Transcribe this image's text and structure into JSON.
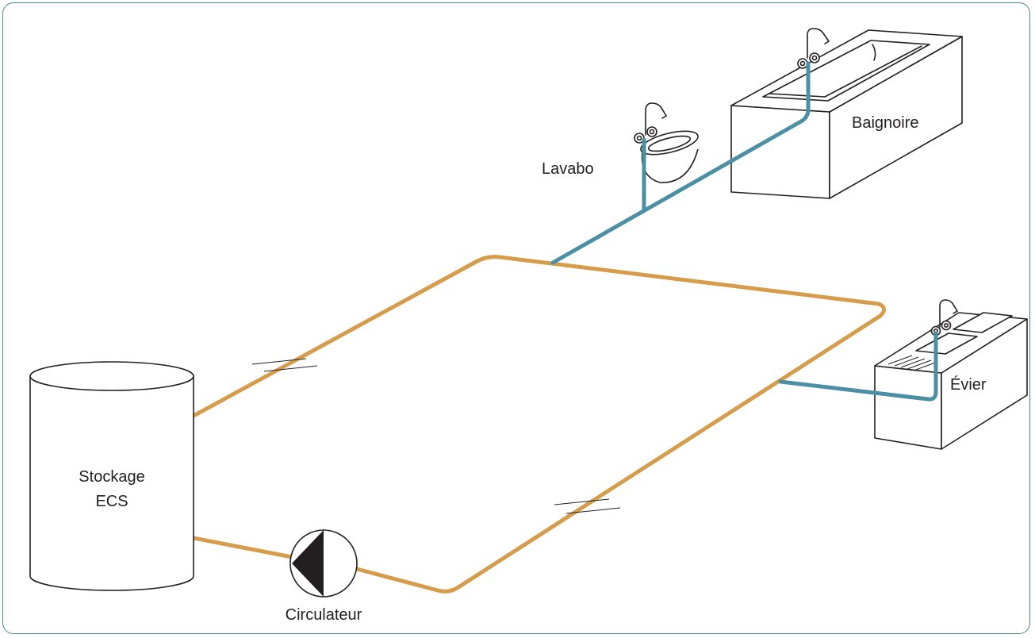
{
  "labels": {
    "storage_line1": "Stockage",
    "storage_line2": "ECS",
    "pump": "Circulateur",
    "washbasin": "Lavabo",
    "bathtub": "Baignoire",
    "sink": "Évier"
  },
  "colors": {
    "loop_pipe": "#d79c4b",
    "supply_pipe": "#4b8fa6",
    "frame": "#4a8a8c",
    "outline": "#231f20"
  },
  "icons": [
    "storage-tank",
    "circulator-pump-icon",
    "washbasin-icon",
    "bathtub-icon",
    "kitchen-sink-icon",
    "faucet-icon",
    "pipe-break-icon"
  ]
}
